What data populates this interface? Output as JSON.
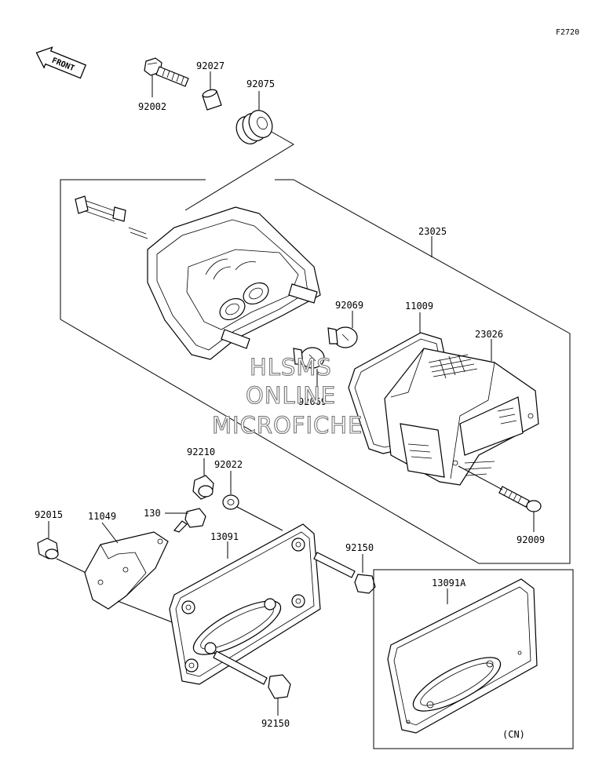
{
  "diagram_code": "F2720",
  "front_label": "FRONT",
  "parts": {
    "bolt_top": "92002",
    "collar": "92027",
    "grommet": "92075",
    "lamp_assy": "23025",
    "bulb_a": "92069",
    "bulb_b": "92069",
    "gasket": "11009",
    "lens": "23026",
    "screw_lens": "92009",
    "nut_a": "92210",
    "washer": "92022",
    "bolt_130": "130",
    "nut_b": "92015",
    "bracket": "11049",
    "plate_holder": "13091",
    "bolt_right": "92150",
    "bolt_bottom": "92150",
    "plate_holder_cn": "13091A"
  },
  "variant_label": "(CN)",
  "watermark": [
    "HLSMS",
    "ONLINE",
    "MICROFICHE"
  ]
}
